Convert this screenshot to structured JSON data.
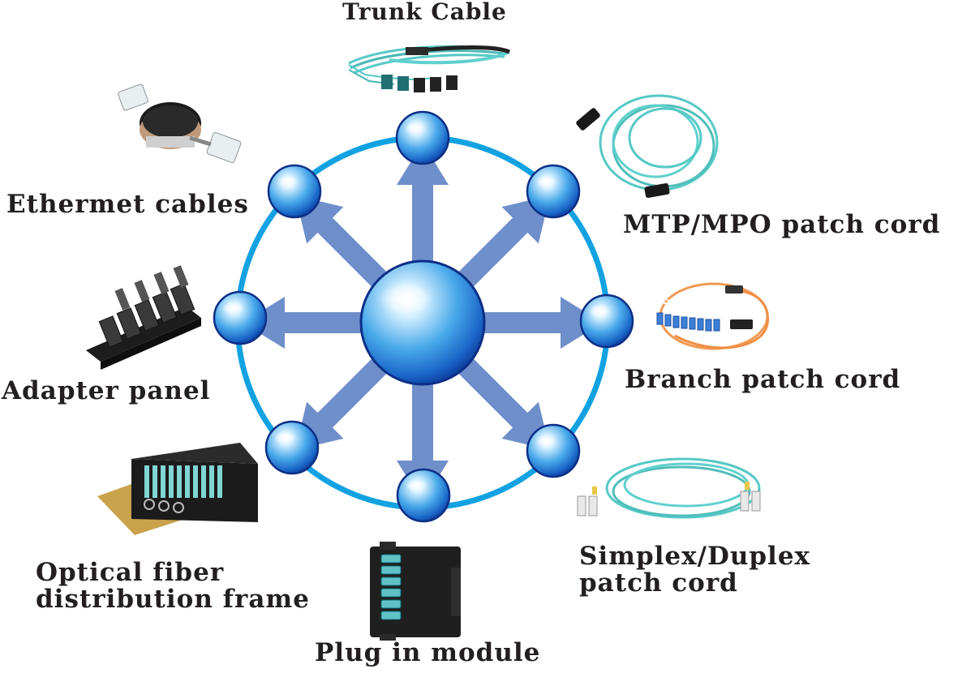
{
  "labels": {
    "trunk": "Trunk Cable",
    "ethernet": "Ethermet cables",
    "mtp": "MTP/MPO patch cord",
    "adapter": "Adapter panel",
    "branch": "Branch patch cord",
    "odf_line1": "Optical fiber",
    "odf_line2": "distribution frame",
    "simplex_line1": "Simplex/Duplex",
    "simplex_line2": "patch cord",
    "plug": "Plug in module"
  },
  "colors": {
    "ring": "#12a2e2",
    "arrow": "#6f8fcb",
    "sphere_light": "#e7f6ff",
    "sphere_mid": "#3ea3e6",
    "sphere_dark": "#0b3a9a",
    "aqua_cable": "#56c9c6",
    "orange_cable": "#f39a52",
    "text": "#231f20"
  }
}
